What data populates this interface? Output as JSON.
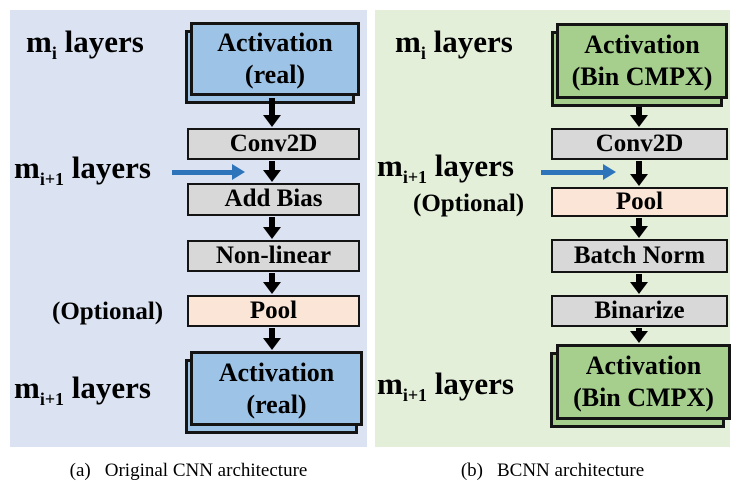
{
  "colors": {
    "panel_a_bg": "#dbe3f2",
    "panel_b_bg": "#e3efd9",
    "real_activation_box": "#9dc3e6",
    "bin_activation_box": "#a6cf8e",
    "process_box": "#d8d8d8",
    "pool_box": "#fbe5d6",
    "border": "#141414",
    "blue_arrow": "#2d74ba",
    "black_arrow": "#000000"
  },
  "panel_a": {
    "label_top": {
      "m": "m",
      "sub": "i",
      "suffix": " layers"
    },
    "label_mid": {
      "m": "m",
      "sub": "i+1",
      "suffix": " layers"
    },
    "label_optional": "(Optional)",
    "label_bottom": {
      "m": "m",
      "sub": "i+1",
      "suffix": " layers"
    },
    "act_top": {
      "line1": "Activation",
      "line2": "(real)"
    },
    "conv": "Conv2D",
    "add_bias": "Add Bias",
    "non_linear": "Non-linear",
    "pool": "Pool",
    "act_bottom": {
      "line1": "Activation",
      "line2": "(real)"
    },
    "caption_tag": "(a)",
    "caption_text": "Original CNN architecture"
  },
  "panel_b": {
    "label_top": {
      "m": "m",
      "sub": "i",
      "suffix": " layers"
    },
    "label_mid": {
      "m": "m",
      "sub": "i+1",
      "suffix": " layers"
    },
    "label_optional": "(Optional)",
    "label_bottom": {
      "m": "m",
      "sub": "i+1",
      "suffix": " layers"
    },
    "act_top": {
      "line1": "Activation",
      "line2": "(Bin CMPX)"
    },
    "conv": "Conv2D",
    "pool": "Pool",
    "batch_norm": "Batch Norm",
    "binarize": "Binarize",
    "act_bottom": {
      "line1": "Activation",
      "line2": "(Bin CMPX)"
    },
    "caption_tag": "(b)",
    "caption_text": "BCNN architecture"
  }
}
